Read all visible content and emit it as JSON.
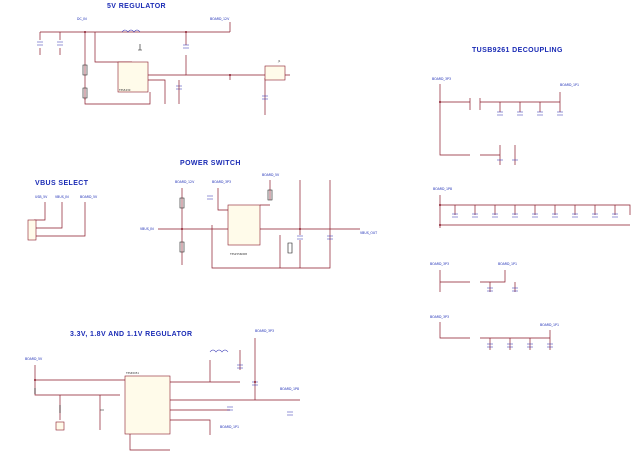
{
  "titles": {
    "reg5v": "5V REGULATOR",
    "decoupling": "TUSB9261 DECOUPLING",
    "vbus": "VBUS SELECT",
    "power_switch": "POWER SWITCH",
    "reg33": "3.3V, 1.8V AND 1.1V REGULATOR"
  },
  "nets": {
    "dc_in": "DC_IN",
    "board_12v": "BOARD_12V",
    "board_3p3": "BOARD_3P3",
    "board_1p1": "BOARD_1P1",
    "board_1p8": "BOARD_1P8",
    "usb_5v": "USB_5V",
    "board_5v": "BOARD_5V",
    "vbus_in": "VBUS_IN",
    "vbus_out": "VBUS_OUT"
  },
  "parts": {
    "u_5v": "TPS5430",
    "u_ps": "TPS2556DRB",
    "u_reg": "TPS65051",
    "j_dc": "J1"
  },
  "colors": {
    "title": "#1a2bb5",
    "wire": "#8a1a2a",
    "component": "#2a2ab0"
  }
}
